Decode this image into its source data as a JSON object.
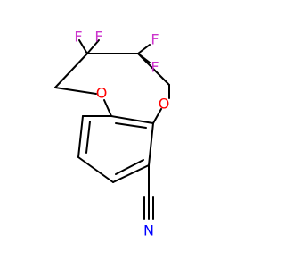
{
  "molecule": {
    "colors": {
      "bond": "#000000",
      "fluorine": "#cc33cc",
      "oxygen": "#ff0000",
      "nitrogen": "#0000ff",
      "background": "#ffffff"
    },
    "atoms": {
      "fluorine_1": "F",
      "fluorine_2": "F",
      "fluorine_3": "F",
      "fluorine_4": "F",
      "oxygen_1": "O",
      "oxygen_2": "O",
      "nitrogen_1": "N"
    }
  }
}
